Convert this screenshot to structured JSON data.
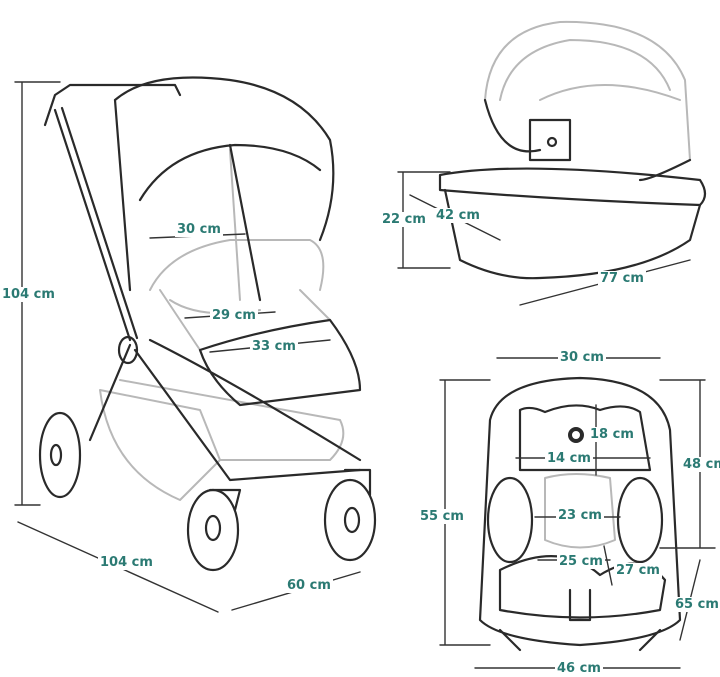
{
  "colors": {
    "label": "#2b7a73",
    "line_dark": "#2a2a2a",
    "line_light": "#b8b8b8",
    "dim_line": "#333333"
  },
  "stroller": {
    "height": "104 cm",
    "length": "104 cm",
    "width": "60 cm",
    "backrest_width": "30 cm",
    "seat_width": "29 cm",
    "footrest_width": "33 cm"
  },
  "carrycot": {
    "height": "22 cm",
    "width": "42 cm",
    "length": "77 cm"
  },
  "car_seat": {
    "top_width": "30 cm",
    "headrest_height": "18 cm",
    "headrest_width": "14 cm",
    "inner_height": "48 cm",
    "total_height": "55 cm",
    "shoulder_width": "23 cm",
    "seat_width": "25 cm",
    "seat_depth": "27 cm",
    "handle_height": "65 cm",
    "base_width": "46 cm"
  }
}
